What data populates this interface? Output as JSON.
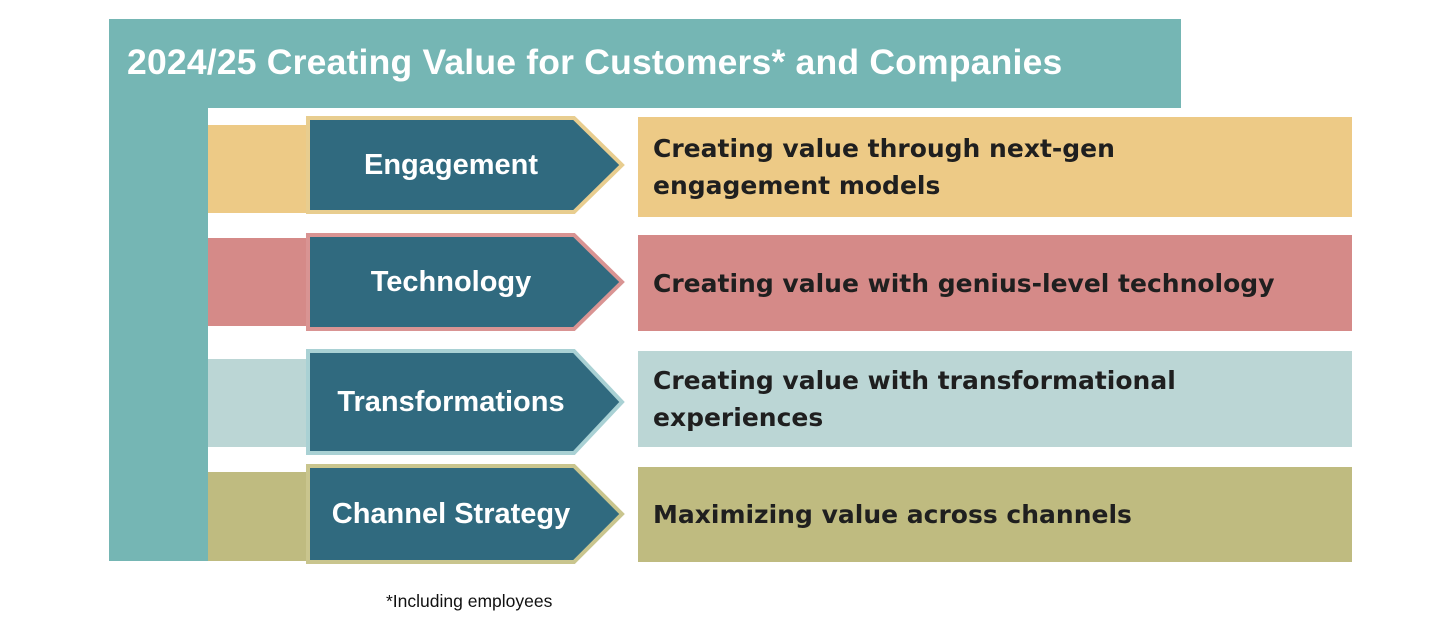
{
  "title": "2024/25 Creating Value for Customers* and Companies",
  "colors": {
    "frame": "#75b6b4",
    "arrow_fill": "#306a7f"
  },
  "rows": [
    {
      "label": "Engagement",
      "description": "Creating value through next-gen engagement models",
      "color": "#edca86",
      "border": "#e8cd8f"
    },
    {
      "label": "Technology",
      "description": "Creating value with genius-level technology",
      "color": "#d58a88",
      "border": "#d99493"
    },
    {
      "label": "Transformations",
      "description": "Creating value with transformational experiences",
      "color": "#bbd6d5",
      "border": "#a9d1d4"
    },
    {
      "label": "Channel Strategy",
      "description": "Maximizing value across channels",
      "color": "#bfbb80",
      "border": "#c9c58e"
    }
  ],
  "footnote": "*Including employees"
}
